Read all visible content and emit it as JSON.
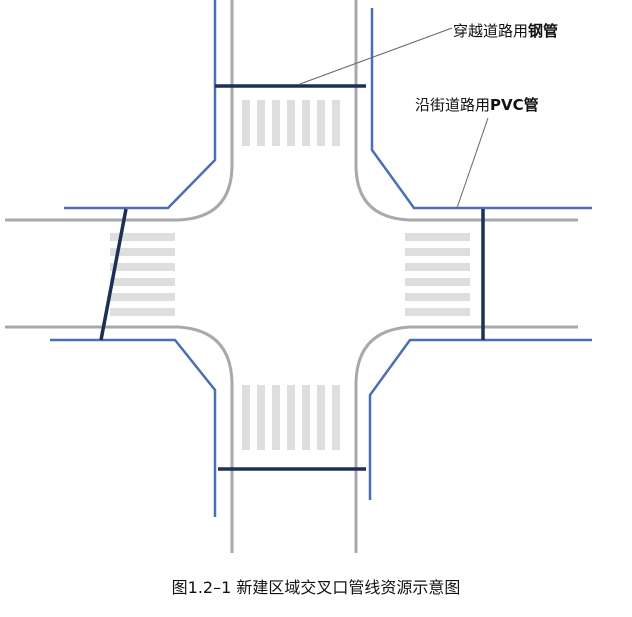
{
  "annotations": {
    "steel": {
      "prefix": "穿越道路用",
      "bold": "钢管"
    },
    "pvc": {
      "prefix": "沿街道路用",
      "bold": "PVC管"
    }
  },
  "caption": "图1.2–1 新建区域交叉口管线资源示意图",
  "colors": {
    "road_edge": "#a9a9a9",
    "crosswalk": "#dedede",
    "pvc_pipe": "#4a6fb5",
    "steel_pipe": "#1e2f57",
    "leader_line": "#666666"
  }
}
